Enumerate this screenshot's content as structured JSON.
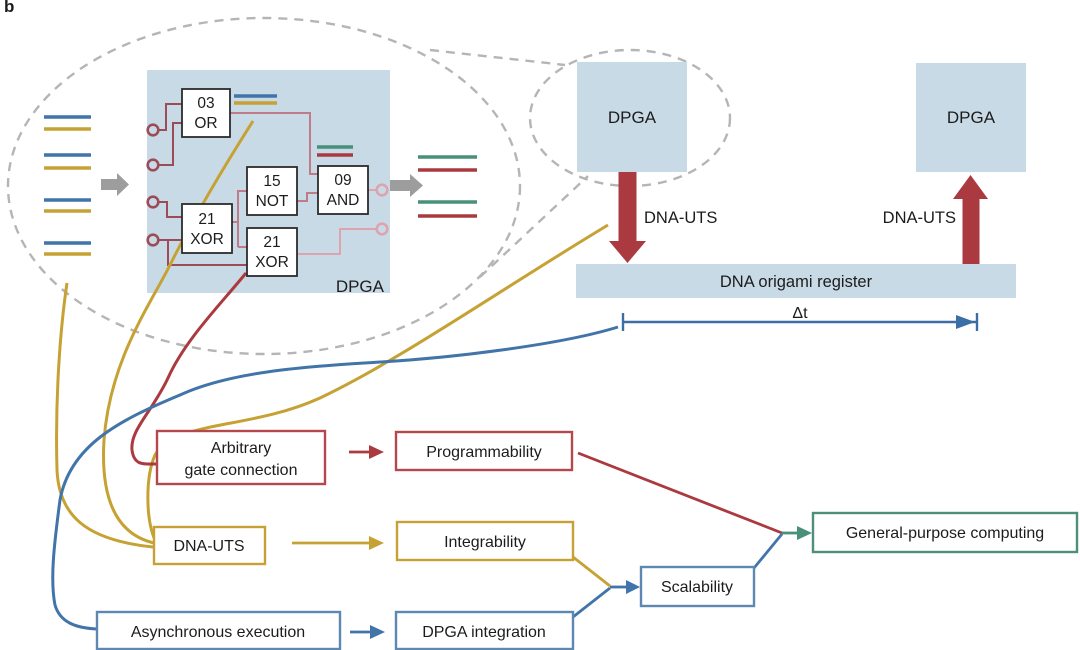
{
  "panel_label": "b",
  "gate_array": {
    "label": "DPGA",
    "gates": [
      {
        "name": "or",
        "line1": "03",
        "line2": "OR"
      },
      {
        "name": "xor1",
        "line1": "21",
        "line2": "XOR"
      },
      {
        "name": "not",
        "line1": "15",
        "line2": "NOT"
      },
      {
        "name": "xor2",
        "line1": "21",
        "line2": "XOR"
      },
      {
        "name": "and",
        "line1": "09",
        "line2": "AND"
      }
    ]
  },
  "transfer": {
    "dpga_left_label": "DPGA",
    "dpga_right_label": "DPGA",
    "register_label": "DNA origami register",
    "uts_write_label": "DNA-UTS",
    "uts_read_label": "DNA-UTS",
    "delta_t_label": "Δt"
  },
  "features": {
    "arbitrary_line1": "Arbitrary",
    "arbitrary_line2": "gate connection",
    "dna_uts": "DNA-UTS",
    "async": "Asynchronous execution",
    "programmability": "Programmability",
    "integrability": "Integrability",
    "dpga_integration": "DPGA integration",
    "scalability": "Scalability",
    "general": "General-purpose computing"
  },
  "colors": {
    "strand_blue": "#4174a8",
    "strand_yellow": "#c6a234",
    "strand_red": "#ab3a40",
    "strand_green": "#49907a",
    "box_red_border": "#b5484d",
    "box_blue_border": "#5c88b2",
    "box_green_border": "#4c8f7c",
    "panel_lightblue": "#c9dae7",
    "wire_dark": "#9c4b59",
    "wire_mid": "#bd7c88",
    "wire_light": "#dda4ae",
    "gray_arrow": "#9d9d9d",
    "dashed_gray": "#b5b5b5"
  }
}
